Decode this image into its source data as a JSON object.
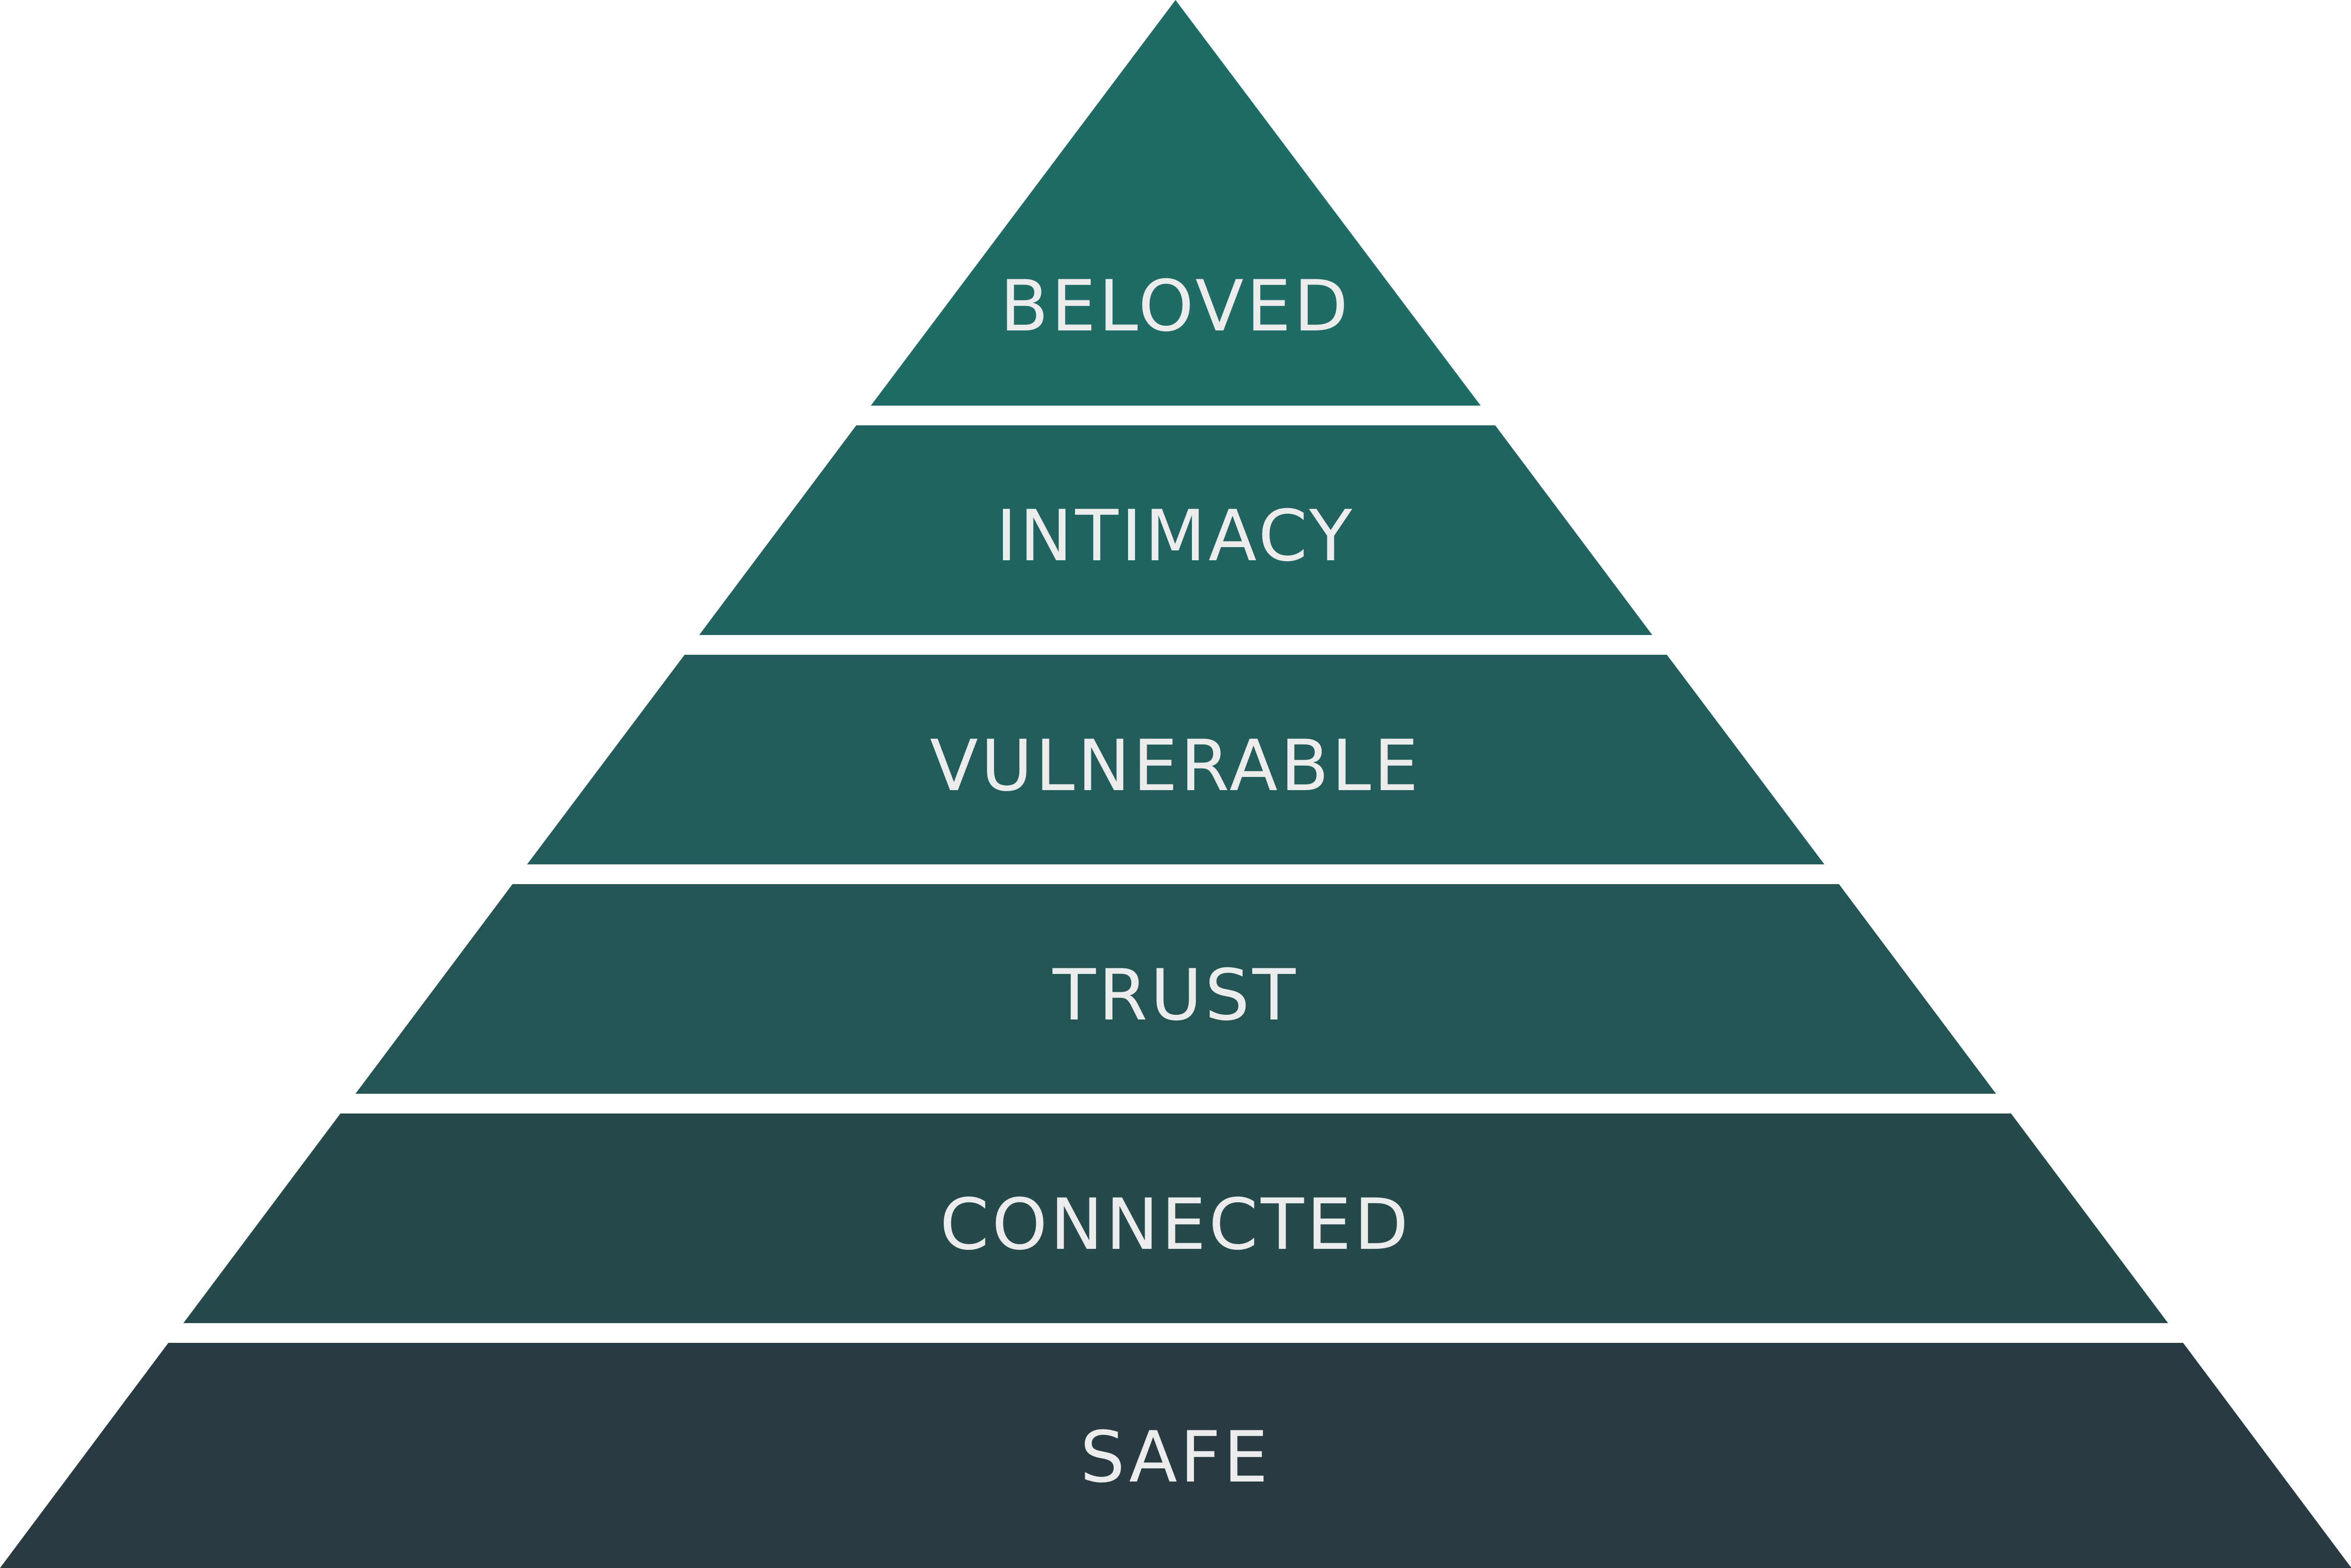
{
  "diagram": {
    "type": "pyramid",
    "layers": [
      {
        "label": "BELOVED",
        "color": "#1f6b66"
      },
      {
        "label": "INTIMACY",
        "color": "#206360"
      },
      {
        "label": "VULNERABLE",
        "color": "#225c5b"
      },
      {
        "label": "TRUST",
        "color": "#245454"
      },
      {
        "label": "CONNECTED",
        "color": "#26494c"
      },
      {
        "label": "SAFE",
        "color": "#283b43"
      }
    ]
  }
}
